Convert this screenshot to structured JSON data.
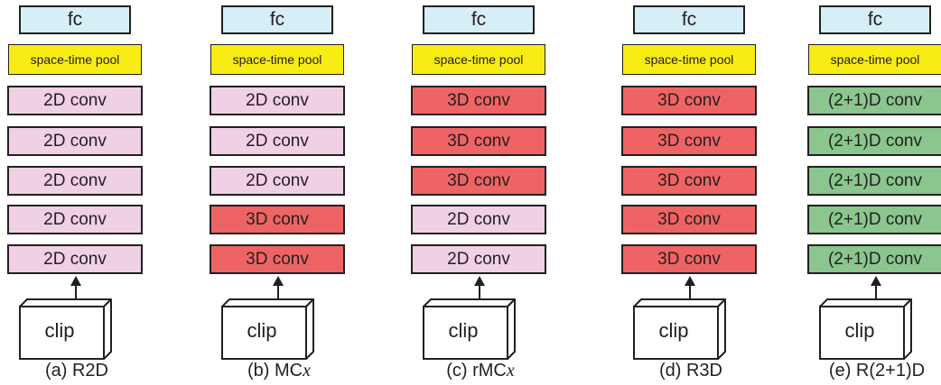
{
  "colors": {
    "fc": "#d6eef6",
    "pool": "#f7ec13",
    "conv_2d": "#f0d0e5",
    "conv_3d": "#ee6464",
    "conv_2plus1d": "#8ac68e",
    "stroke": "#231f20"
  },
  "columns": [
    {
      "fc_label": "fc",
      "pool_label": "space-time pool",
      "layers": [
        "2D conv",
        "2D conv",
        "2D conv",
        "2D conv",
        "2D conv"
      ],
      "clip_label": "clip",
      "caption_prefix": "(a) R2D",
      "caption_italic": ""
    },
    {
      "fc_label": "fc",
      "pool_label": "space-time pool",
      "layers": [
        "2D conv",
        "2D conv",
        "2D conv",
        "3D conv",
        "3D conv"
      ],
      "clip_label": "clip",
      "caption_prefix": "(b) MC",
      "caption_italic": "x"
    },
    {
      "fc_label": "fc",
      "pool_label": "space-time pool",
      "layers": [
        "3D conv",
        "3D conv",
        "3D conv",
        "2D conv",
        "2D conv"
      ],
      "clip_label": "clip",
      "caption_prefix": "(c) rMC",
      "caption_italic": "x"
    },
    {
      "fc_label": "fc",
      "pool_label": "space-time pool",
      "layers": [
        "3D conv",
        "3D conv",
        "3D conv",
        "3D conv",
        "3D conv"
      ],
      "clip_label": "clip",
      "caption_prefix": "(d) R3D",
      "caption_italic": ""
    },
    {
      "fc_label": "fc",
      "pool_label": "space-time pool",
      "layers": [
        "(2+1)D conv",
        "(2+1)D conv",
        "(2+1)D conv",
        "(2+1)D conv",
        "(2+1)D conv"
      ],
      "clip_label": "clip",
      "caption_prefix": "(e) R(2+1)D",
      "caption_italic": ""
    }
  ]
}
